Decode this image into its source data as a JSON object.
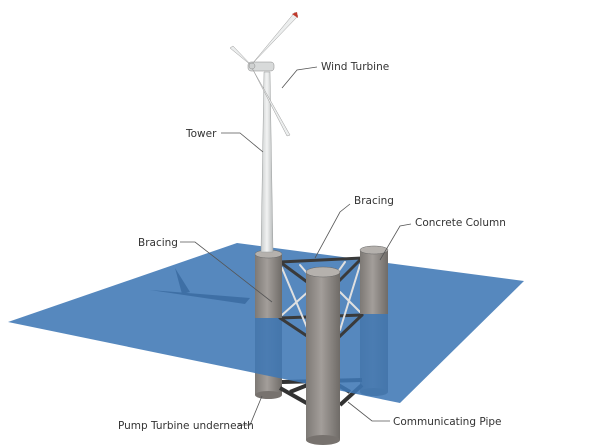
{
  "labels": {
    "wind_turbine": "Wind Turbine",
    "tower": "Tower",
    "bracing_top": "Bracing",
    "concrete_column": "Concrete Column",
    "bracing_left": "Bracing",
    "pump_turbine": "Pump Turbine underneath",
    "communicating_pipe": "Communicating Pipe"
  },
  "colors": {
    "water": "#3f78b5",
    "column": "#8f8a86",
    "bracing": "#3a3a3a",
    "tower": "#e4e6e6"
  }
}
